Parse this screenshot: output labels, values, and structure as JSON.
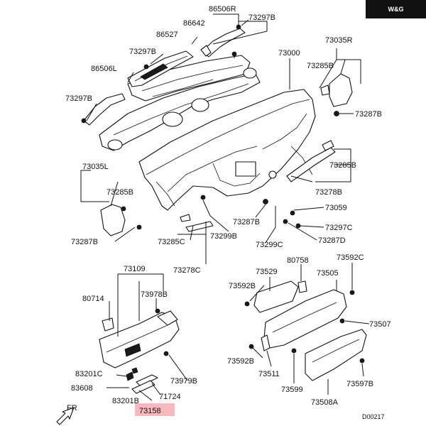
{
  "brand": "W&G",
  "diagram_code": "D00217",
  "direction_label": "FR",
  "highlight_color": "#f7b8c0",
  "highlighted_part": "73158",
  "parts": [
    {
      "id": "p86506R",
      "label": "86506R"
    },
    {
      "id": "p73297B_top",
      "label": "73297B"
    },
    {
      "id": "p86642",
      "label": "86642"
    },
    {
      "id": "p86527",
      "label": "86527"
    },
    {
      "id": "p73297B_2",
      "label": "73297B"
    },
    {
      "id": "p86506L",
      "label": "86506L"
    },
    {
      "id": "p73297B_3",
      "label": "73297B"
    },
    {
      "id": "p73000",
      "label": "73000"
    },
    {
      "id": "p73035R",
      "label": "73035R"
    },
    {
      "id": "p73285B_r",
      "label": "73285B"
    },
    {
      "id": "p73287B_r",
      "label": "73287B"
    },
    {
      "id": "p73285B_r2",
      "label": "73285B"
    },
    {
      "id": "p73278B",
      "label": "73278B"
    },
    {
      "id": "p73059",
      "label": "73059"
    },
    {
      "id": "p73297C",
      "label": "73297C"
    },
    {
      "id": "p73287D",
      "label": "73287D"
    },
    {
      "id": "p73299C",
      "label": "73299C"
    },
    {
      "id": "p73287B_m",
      "label": "73287B"
    },
    {
      "id": "p73299B",
      "label": "73299B"
    },
    {
      "id": "p73035L",
      "label": "73035L"
    },
    {
      "id": "p73285B_l",
      "label": "73285B"
    },
    {
      "id": "p73287B_l",
      "label": "73287B"
    },
    {
      "id": "p73285C",
      "label": "73285C"
    },
    {
      "id": "p73278C",
      "label": "73278C"
    },
    {
      "id": "p73109",
      "label": "73109"
    },
    {
      "id": "p80714",
      "label": "80714"
    },
    {
      "id": "p73978B",
      "label": "73978B"
    },
    {
      "id": "p73979B",
      "label": "73979B"
    },
    {
      "id": "p71724",
      "label": "71724"
    },
    {
      "id": "p83201C",
      "label": "83201C"
    },
    {
      "id": "p83608",
      "label": "83608"
    },
    {
      "id": "p83201B",
      "label": "83201B"
    },
    {
      "id": "p73158",
      "label": "73158"
    },
    {
      "id": "p73529",
      "label": "73529"
    },
    {
      "id": "p80758",
      "label": "80758"
    },
    {
      "id": "p73505",
      "label": "73505"
    },
    {
      "id": "p73592C",
      "label": "73592C"
    },
    {
      "id": "p73592B_1",
      "label": "73592B"
    },
    {
      "id": "p73507",
      "label": "73507"
    },
    {
      "id": "p73592B_2",
      "label": "73592B"
    },
    {
      "id": "p73511",
      "label": "73511"
    },
    {
      "id": "p73599",
      "label": "73599"
    },
    {
      "id": "p73597B",
      "label": "73597B"
    },
    {
      "id": "p73508A",
      "label": "73508A"
    }
  ]
}
